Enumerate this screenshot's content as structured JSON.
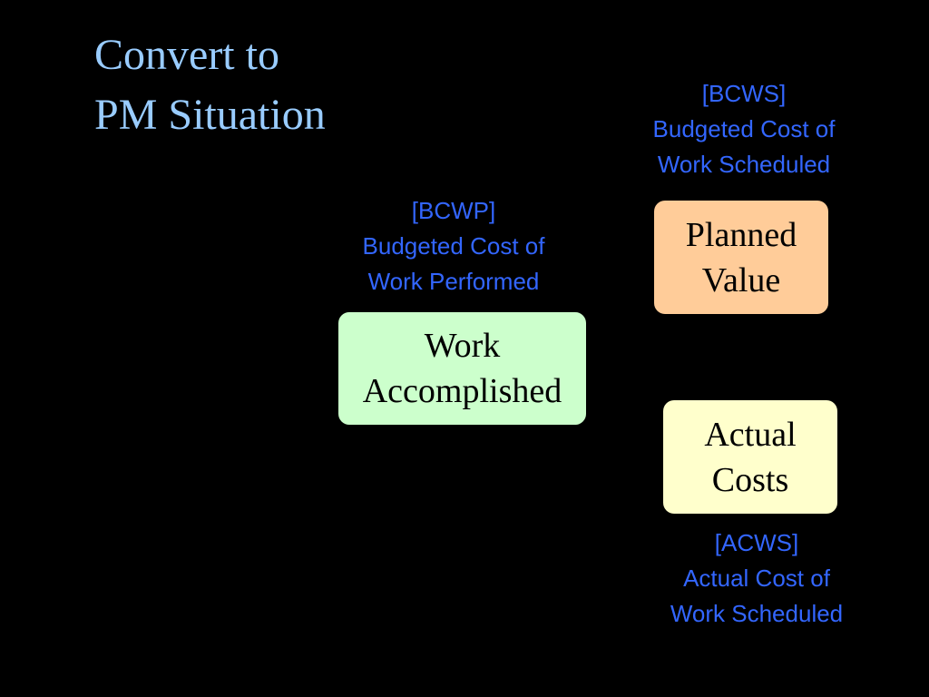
{
  "title": {
    "line1": "Convert to",
    "line2": "PM Situation"
  },
  "captions": {
    "bcws": {
      "code": "[BCWS]",
      "line1": "Budgeted Cost of",
      "line2": "Work Scheduled"
    },
    "bcwp": {
      "code": "[BCWP]",
      "line1": "Budgeted Cost of",
      "line2": "Work Performed"
    },
    "acws": {
      "code": "[ACWS]",
      "line1": "Actual Cost of",
      "line2": "Work Scheduled"
    }
  },
  "boxes": {
    "planned_value": {
      "line1": "Planned",
      "line2": "Value",
      "color": "#ffcc99"
    },
    "work_accomplished": {
      "line1": "Work",
      "line2": "Accomplished",
      "color": "#ccffcc"
    },
    "actual_costs": {
      "line1": "Actual",
      "line2": "Costs",
      "color": "#ffffcc"
    }
  },
  "colors": {
    "background": "#000000",
    "title": "#99ccff",
    "caption": "#3366ff"
  }
}
